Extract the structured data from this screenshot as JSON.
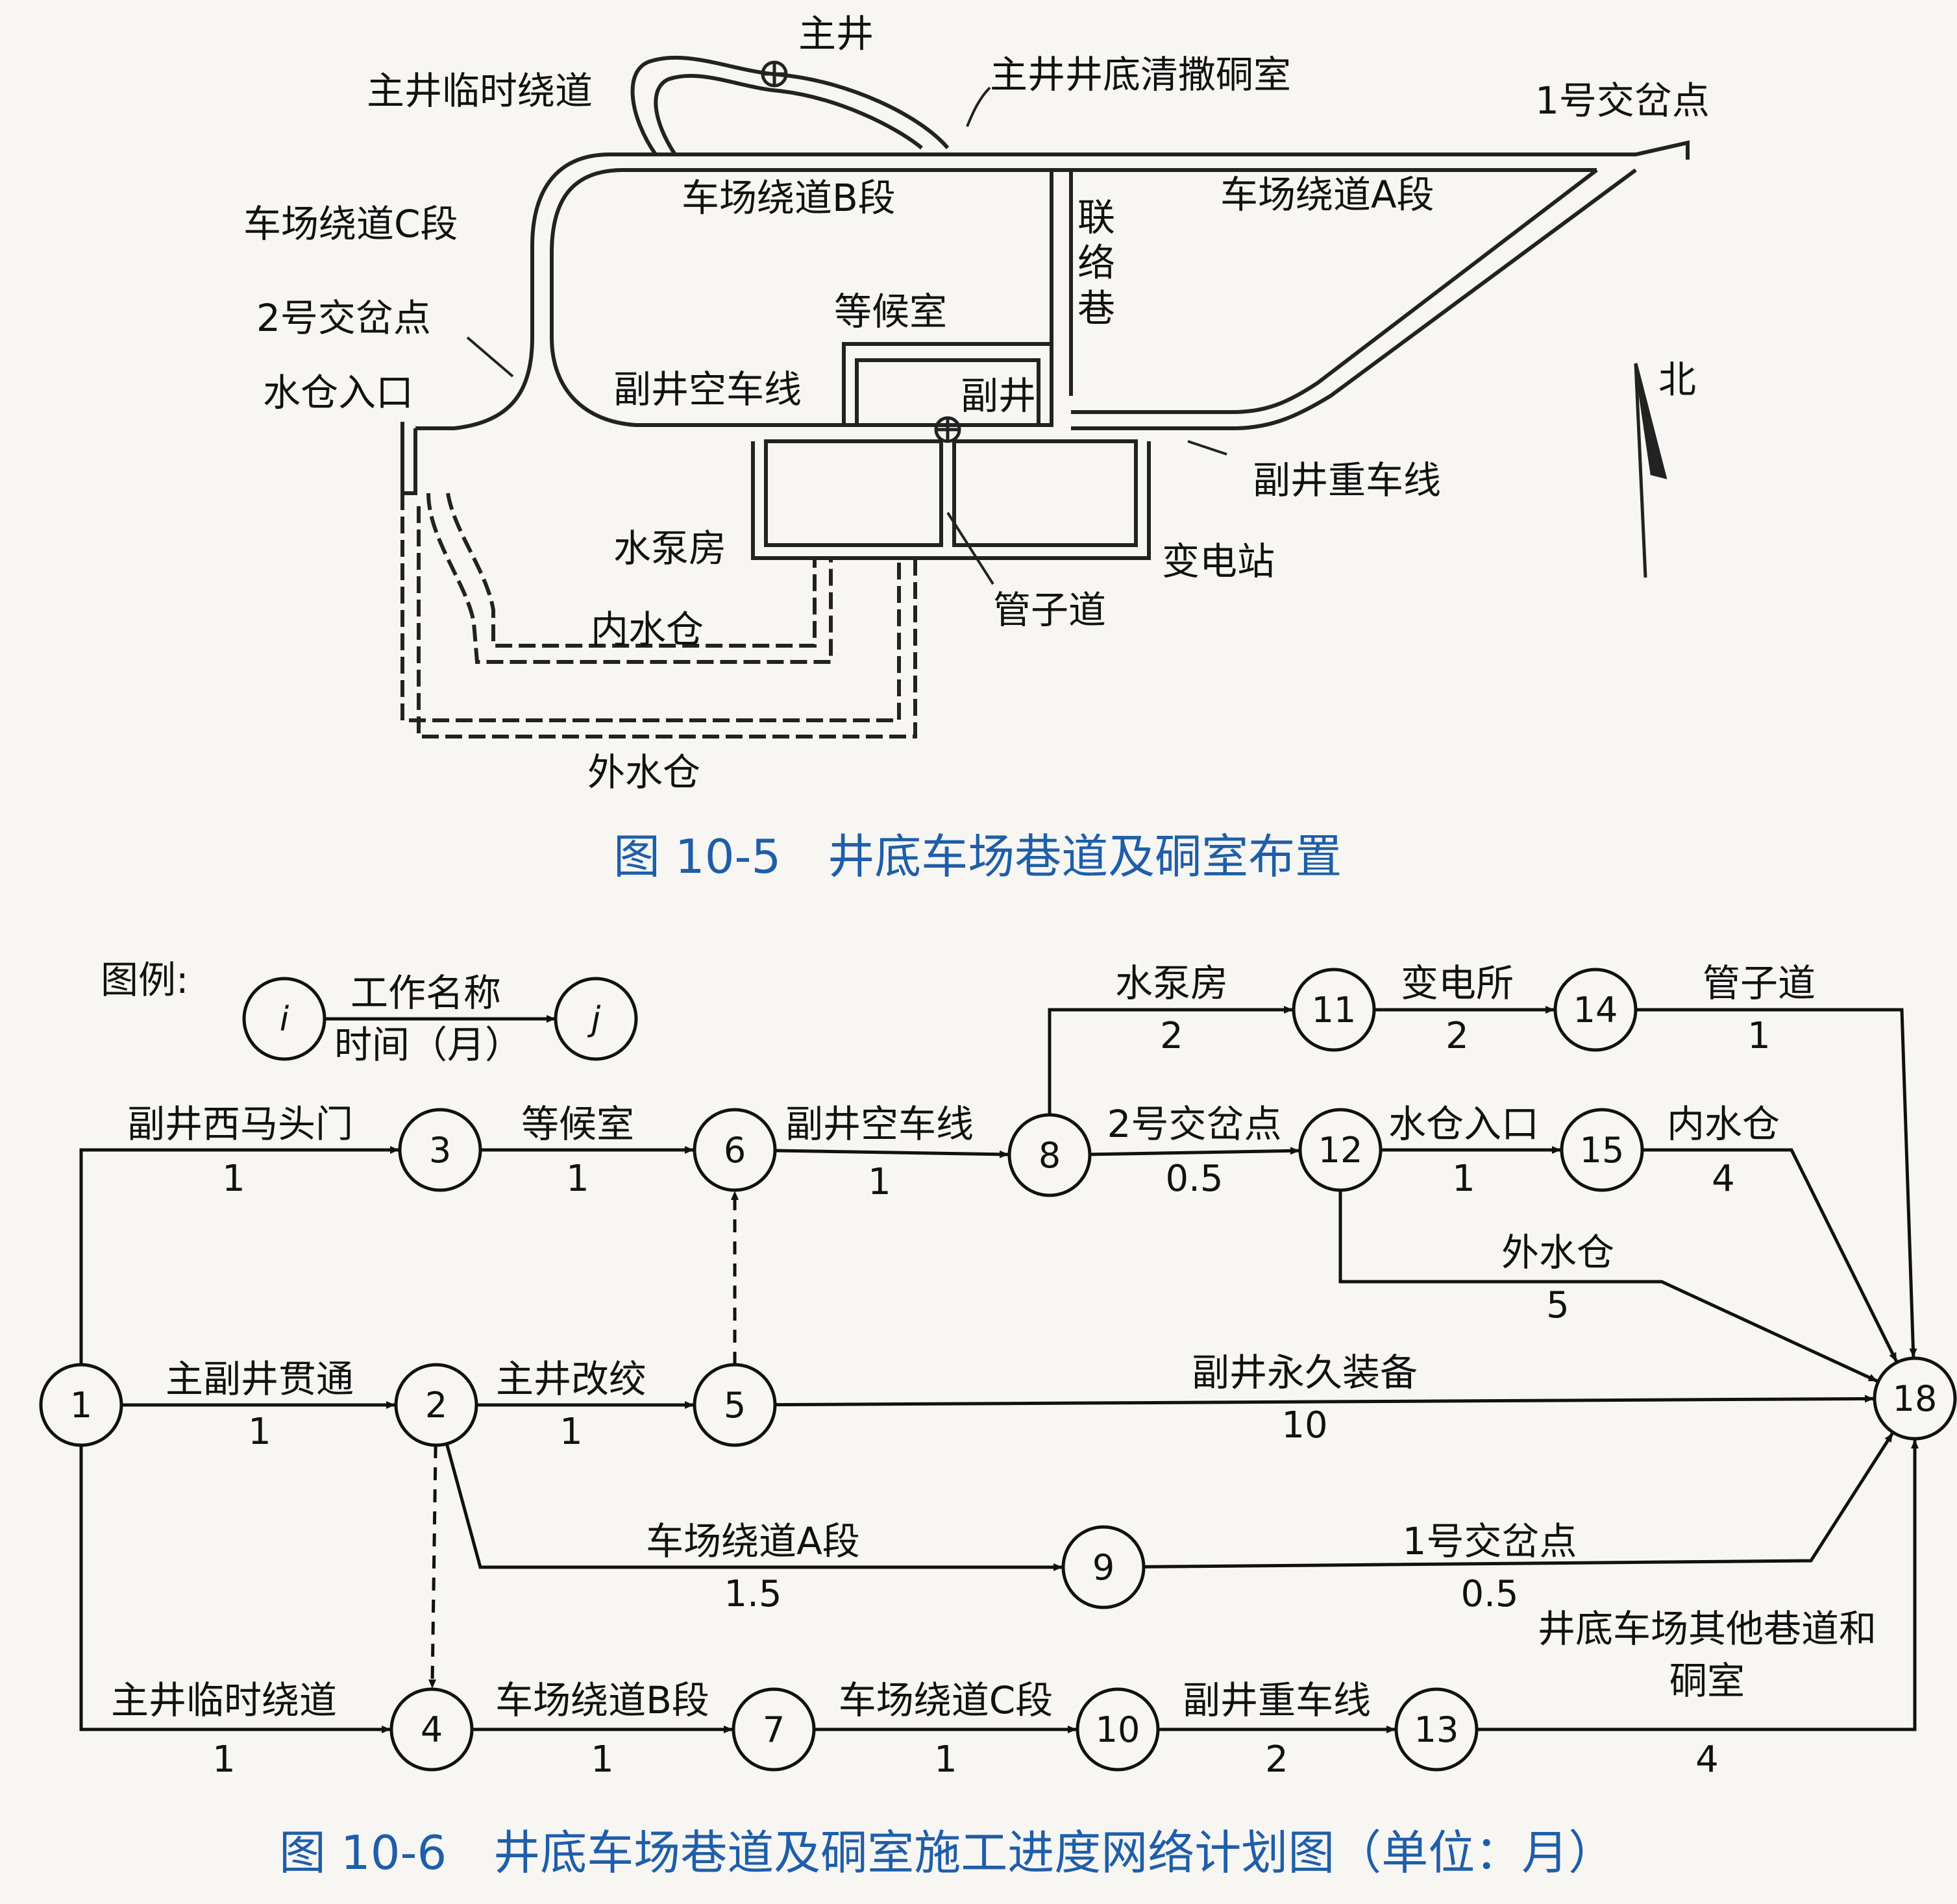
{
  "figure1": {
    "caption": "图 10-5　井底车场巷道及硐室布置",
    "labels": {
      "main_shaft": "主井",
      "main_shaft_bypass": "主井临时绕道",
      "main_shaft_cleanup": "主井井底清撒硐室",
      "junction1": "1号交岔点",
      "loop_c": "车场绕道C段",
      "loop_b": "车场绕道B段",
      "loop_a": "车场绕道A段",
      "liaison": "联络巷",
      "waiting_room": "等候室",
      "junction2": "2号交岔点",
      "sump_entrance": "水仓入口",
      "aux_empty_line": "副井空车线",
      "aux_shaft": "副井",
      "north": "北",
      "aux_loaded_line": "副井重车线",
      "pump_room": "水泵房",
      "substation": "变电站",
      "pipe_way": "管子道",
      "inner_sump": "内水仓",
      "outer_sump": "外水仓"
    }
  },
  "figure2": {
    "caption": "图 10-6　井底车场巷道及硐室施工进度网络计划图（单位：月）",
    "legend": {
      "title": "图例:",
      "node_i": "i",
      "node_j": "j",
      "work_name": "工作名称",
      "time": "时间（月）"
    },
    "nodes": [
      "1",
      "2",
      "3",
      "4",
      "5",
      "6",
      "7",
      "8",
      "9",
      "10",
      "11",
      "12",
      "13",
      "14",
      "15",
      "18"
    ],
    "activities": [
      {
        "from": "1",
        "to": "3",
        "name": "副井西马头门",
        "duration": "1"
      },
      {
        "from": "3",
        "to": "6",
        "name": "等候室",
        "duration": "1"
      },
      {
        "from": "6",
        "to": "8",
        "name": "副井空车线",
        "duration": "1"
      },
      {
        "from": "8",
        "to": "11",
        "name": "水泵房",
        "duration": "2"
      },
      {
        "from": "11",
        "to": "14",
        "name": "变电所",
        "duration": "2"
      },
      {
        "from": "14",
        "to": "18",
        "name": "管子道",
        "duration": "1"
      },
      {
        "from": "8",
        "to": "12",
        "name": "2号交岔点",
        "duration": "0.5"
      },
      {
        "from": "12",
        "to": "15",
        "name": "水仓入口",
        "duration": "1"
      },
      {
        "from": "15",
        "to": "18",
        "name": "内水仓",
        "duration": "4"
      },
      {
        "from": "12",
        "to": "18",
        "name": "外水仓",
        "duration": "5"
      },
      {
        "from": "1",
        "to": "2",
        "name": "主副井贯通",
        "duration": "1"
      },
      {
        "from": "2",
        "to": "5",
        "name": "主井改绞",
        "duration": "1"
      },
      {
        "from": "5",
        "to": "18",
        "name": "副井永久装备",
        "duration": "10"
      },
      {
        "from": "2",
        "to": "9",
        "name": "车场绕道A段",
        "duration": "1.5"
      },
      {
        "from": "9",
        "to": "18",
        "name": "1号交岔点",
        "duration": "0.5"
      },
      {
        "from": "1",
        "to": "4",
        "name": "主井临时绕道",
        "duration": "1"
      },
      {
        "from": "4",
        "to": "7",
        "name": "车场绕道B段",
        "duration": "1"
      },
      {
        "from": "7",
        "to": "10",
        "name": "车场绕道C段",
        "duration": "1"
      },
      {
        "from": "10",
        "to": "13",
        "name": "副井重车线",
        "duration": "2"
      },
      {
        "from": "13",
        "to": "18",
        "name": "井底车场其他巷道和硐室",
        "duration": "4"
      }
    ],
    "dummies": [
      {
        "from": "5",
        "to": "6"
      },
      {
        "from": "2",
        "to": "4"
      }
    ],
    "other_work_line1": "井底车场其他巷道和",
    "other_work_line2": "硐室"
  }
}
